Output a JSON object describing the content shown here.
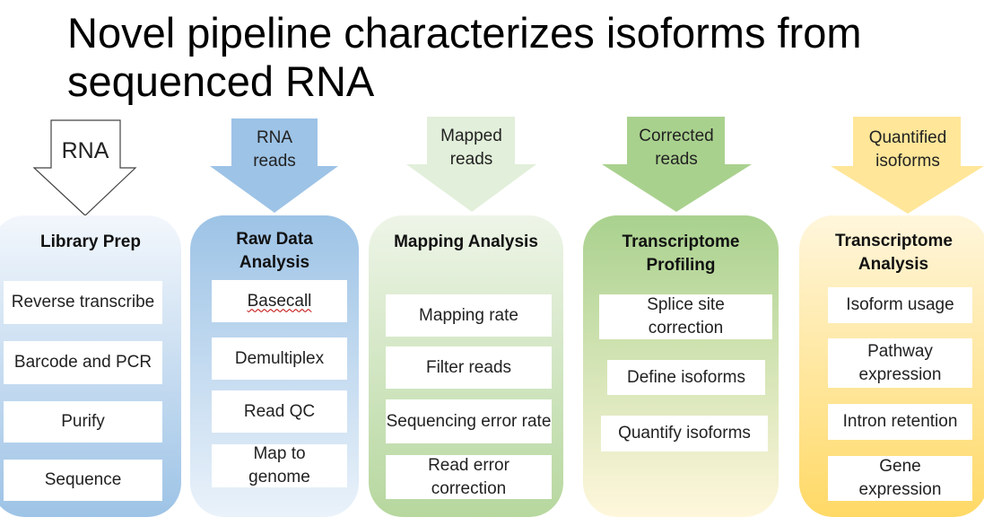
{
  "title": "Novel pipeline characterizes isoforms from sequenced RNA",
  "colors": {
    "blue": "#9ec3e8",
    "light_green": "#e2efda",
    "green": "#a9d18e",
    "yellow": "#ffe699"
  },
  "arrows": [
    {
      "label": "RNA"
    },
    {
      "label": "RNA reads"
    },
    {
      "label": "Mapped reads"
    },
    {
      "label": "Corrected reads"
    },
    {
      "label": "Quantified isoforms"
    }
  ],
  "panels": [
    {
      "title": "Library Prep",
      "steps": [
        "Reverse transcribe",
        "Barcode and PCR",
        "Purify",
        "Sequence"
      ]
    },
    {
      "title": "Raw Data Analysis",
      "steps": [
        "Basecall",
        "Demultiplex",
        "Read QC",
        "Map to genome"
      ]
    },
    {
      "title": "Mapping Analysis",
      "steps": [
        "Mapping rate",
        "Filter reads",
        "Sequencing error rate",
        "Read error correction"
      ]
    },
    {
      "title": "Transcriptome Profiling",
      "steps": [
        "Splice site correction",
        "Define isoforms",
        "Quantify isoforms"
      ]
    },
    {
      "title": "Transcriptome Analysis",
      "steps": [
        "Isoform usage",
        "Pathway expression",
        "Intron retention",
        "Gene expression"
      ]
    }
  ]
}
